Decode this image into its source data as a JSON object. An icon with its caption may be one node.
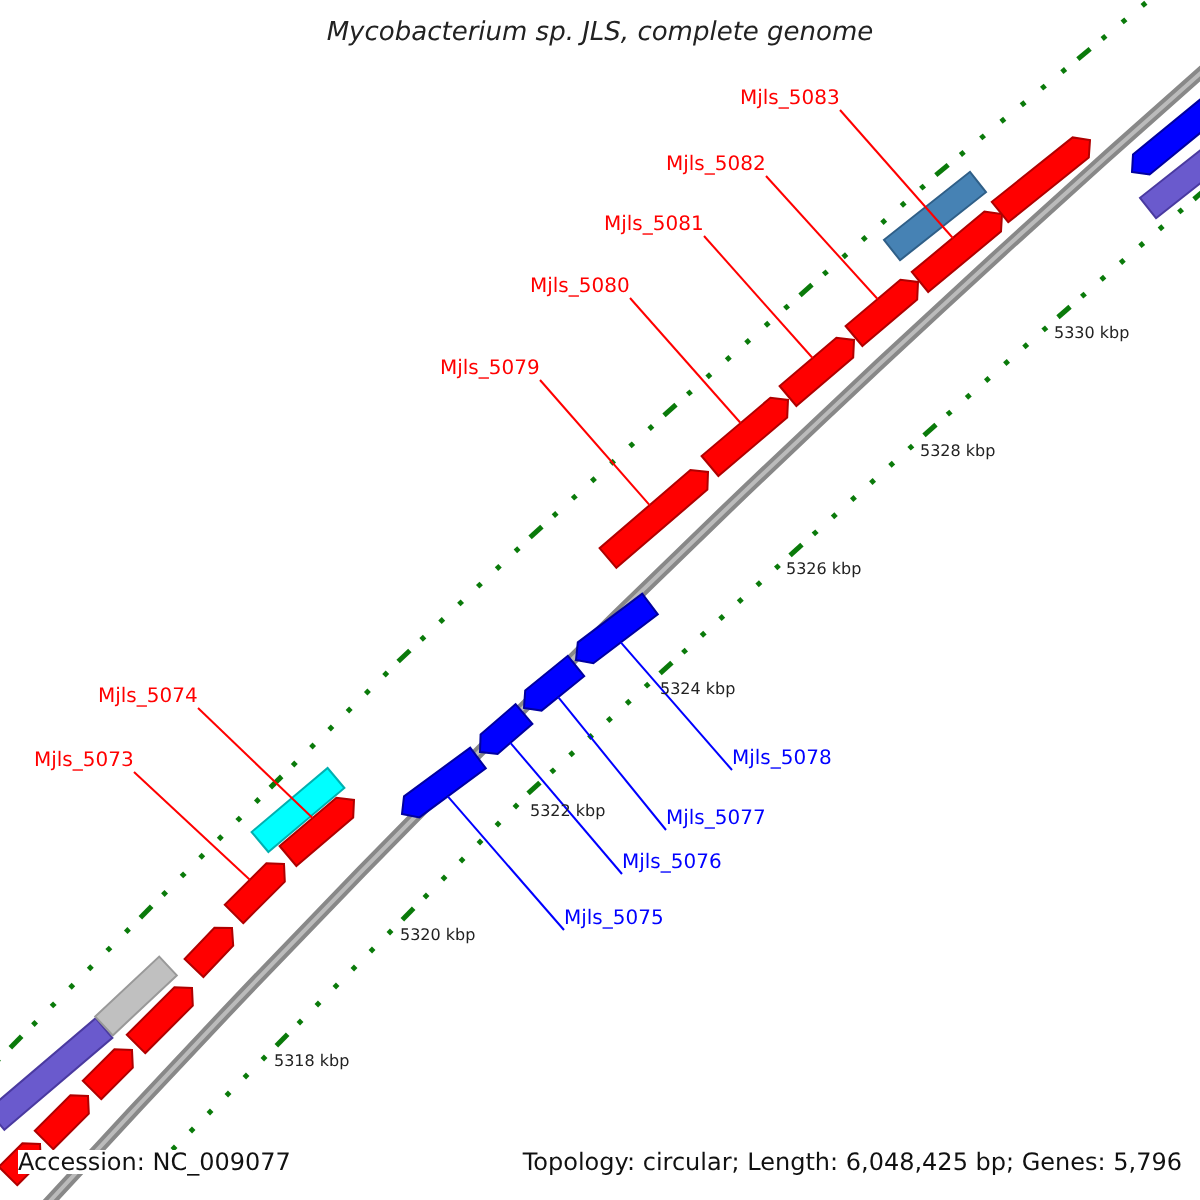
{
  "diagram": {
    "title": "Mycobacterium sp. JLS, complete genome",
    "nodes": [
      {
        "text": [
          "Mjls_5083"
        ]
      },
      {
        "text": [
          "Mjls_5082"
        ]
      },
      {
        "text": [
          "Mjls_5081"
        ]
      },
      {
        "text": [
          "Mjls_5080"
        ]
      },
      {
        "text": [
          "Mjls_5079"
        ]
      },
      {
        "text": [
          "Mjls_5074"
        ]
      },
      {
        "text": [
          "Mjls_5073"
        ]
      },
      {
        "text": [
          "Mjls_5078"
        ]
      },
      {
        "text": [
          "Mjls_5077"
        ]
      },
      {
        "text": [
          "Mjls_5076"
        ]
      },
      {
        "text": [
          "Mjls_5075"
        ]
      },
      {
        "text": [],
        "shape": "bar"
      },
      {
        "text": [],
        "shape": "arrow"
      },
      {
        "text": [],
        "shape": "arrow"
      },
      {
        "text": [],
        "shape": "arrow"
      },
      {
        "text": [],
        "shape": "bar"
      },
      {
        "text": [],
        "shape": "arrow"
      },
      {
        "text": [],
        "shape": "arrow"
      },
      {
        "text": [],
        "shape": "arrow"
      },
      {
        "text": [],
        "shape": "bar"
      },
      {
        "text": [],
        "shape": "arrow"
      },
      {
        "text": [],
        "shape": "arrow"
      },
      {
        "text": [],
        "shape": "arrow"
      },
      {
        "text": [],
        "shape": "arrow"
      },
      {
        "text": [],
        "shape": "arrow"
      },
      {
        "text": [],
        "shape": "arrow"
      },
      {
        "text": [],
        "shape": "arrow"
      },
      {
        "text": [],
        "shape": "arrow"
      },
      {
        "text": [],
        "shape": "arrow"
      },
      {
        "text": [],
        "shape": "bar"
      },
      {
        "text": [],
        "shape": "arrow"
      },
      {
        "text": [],
        "shape": "arrow"
      },
      {
        "text": [],
        "shape": "arrow"
      },
      {
        "text": [],
        "shape": "bar"
      }
    ],
    "edges": [
      {
        "from": 0,
        "to": 30,
        "arrow": "none"
      },
      {
        "from": 1,
        "to": 28,
        "arrow": "none"
      },
      {
        "from": 2,
        "to": 27,
        "arrow": "none"
      },
      {
        "from": 3,
        "to": 26,
        "arrow": "none"
      },
      {
        "from": 4,
        "to": 25,
        "arrow": "none"
      },
      {
        "from": 5,
        "to": 20,
        "arrow": "none"
      },
      {
        "from": 6,
        "to": 18,
        "arrow": "none"
      },
      {
        "from": 7,
        "to": 24,
        "arrow": "none",
        "color": "#0000ff"
      },
      {
        "from": 8,
        "to": 23,
        "arrow": "none",
        "color": "#0000ff"
      },
      {
        "from": 9,
        "to": 22,
        "arrow": "none",
        "color": "#0000ff"
      },
      {
        "from": 10,
        "to": 21,
        "arrow": "none",
        "color": "#0000ff"
      }
    ],
    "labels": [
      "5330 kbp",
      "5328 kbp",
      "5326 kbp",
      "5324 kbp",
      "5322 kbp",
      "5320 kbp",
      "5318 kbp",
      "Accession: NC_009077",
      "Topology: circular; Length: 6,048,425 bp; Genes: 5,796"
    ]
  }
}
